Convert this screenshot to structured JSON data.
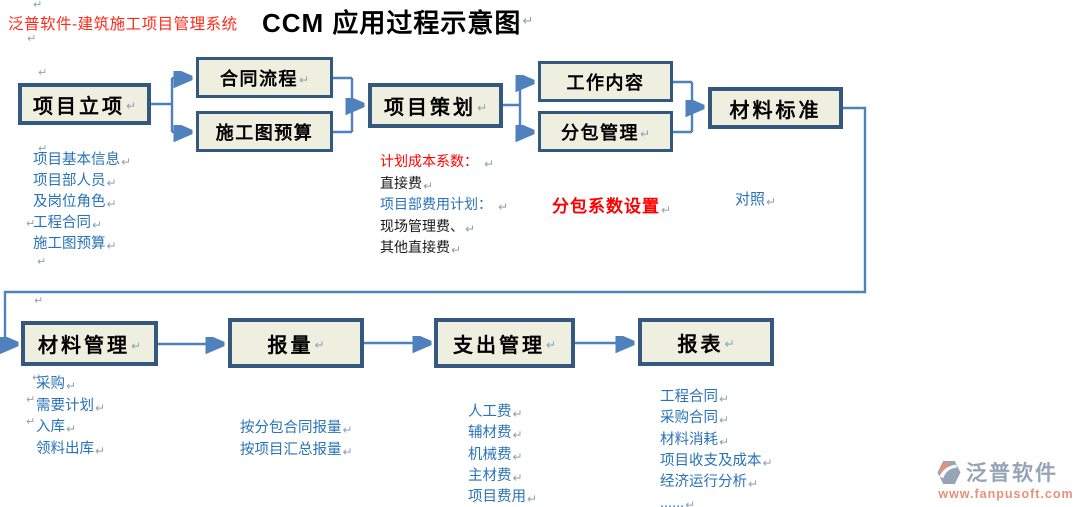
{
  "theme": {
    "connector": "#4F81BD",
    "box_border": "#35587E",
    "box_fill": "#EFEFE0",
    "blue_text": "#2973B8",
    "red_text": "#FF0000",
    "text_black": "#1a1a1a",
    "brand_red": "#FF2A1A",
    "pilcrow": "#8FA0B5",
    "logo_gray": "#97A4B8",
    "logo_salmon": "#E8907A"
  },
  "glyphs": {
    "pilcrow": "↵"
  },
  "header": {
    "brand": "泛普软件-建筑施工项目管理系统",
    "title": "CCM 应用过程示意图"
  },
  "flow": {
    "lixiang": {
      "label": "项目立项"
    },
    "hetong": {
      "label": "合同流程"
    },
    "shigongtu": {
      "label": "施工图预算"
    },
    "cehua": {
      "label": "项目策划"
    },
    "gongzuo": {
      "label": "工作内容"
    },
    "fenbao": {
      "label": "分包管理"
    },
    "biaozhun": {
      "label": "材料标准"
    },
    "cailiao": {
      "label": "材料管理"
    },
    "baoliang": {
      "label": "报量"
    },
    "zhichu": {
      "label": "支出管理"
    },
    "baobiao": {
      "label": "报表"
    }
  },
  "annotations": {
    "lixiang_list": [
      "项目基本信息",
      "项目部人员",
      "及岗位角色",
      "工程合同",
      "施工图预算"
    ],
    "plan_cost": [
      {
        "text": "计划成本系数：",
        "color": "red"
      },
      {
        "text": "直接费",
        "color": "black"
      },
      {
        "text": "项目部费用计划：",
        "color": "blue"
      },
      {
        "text": "现场管理费、",
        "color": "black"
      },
      {
        "text": "其他直接费",
        "color": "black"
      }
    ],
    "fenbao_note": "分包系数设置",
    "duizhao_note": "对照",
    "cailiao_list": [
      "采购",
      "需要计划",
      "入库",
      "领料出库"
    ],
    "baoliang_list": [
      "按分包合同报量",
      "按项目汇总报量"
    ],
    "zhichu_list": [
      "人工费",
      "辅材费",
      "机械费",
      "主材费",
      "项目费用"
    ],
    "baobiao_list": [
      "工程合同",
      "采购合同",
      "材料消耗",
      "项目收支及成本",
      "经济运行分析",
      "......"
    ]
  },
  "logo": {
    "name": "泛普软件",
    "url": "www.fanpusoft.com"
  }
}
